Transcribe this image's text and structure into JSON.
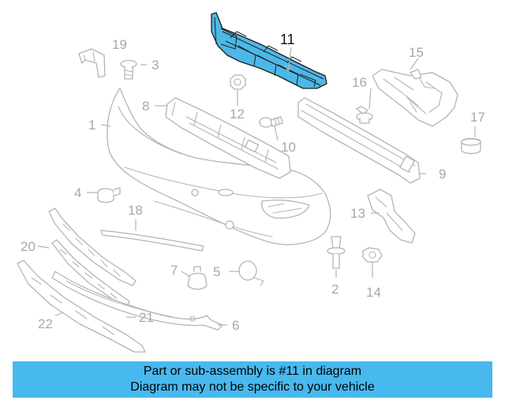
{
  "diagram": {
    "highlighted_part": "11",
    "callouts": [
      "1",
      "2",
      "3",
      "4",
      "5",
      "6",
      "7",
      "8",
      "9",
      "10",
      "11",
      "12",
      "13",
      "14",
      "15",
      "16",
      "17",
      "18",
      "19",
      "20",
      "21",
      "22"
    ]
  },
  "banner": {
    "line1": "Part or sub-assembly is #11 in diagram",
    "line2": "Diagram may not be specific to your vehicle"
  },
  "colors": {
    "highlight_fill": "#4db8e8",
    "banner_background": "#48b9ef",
    "line_art": "#b4b4b4",
    "background": "#ffffff"
  }
}
